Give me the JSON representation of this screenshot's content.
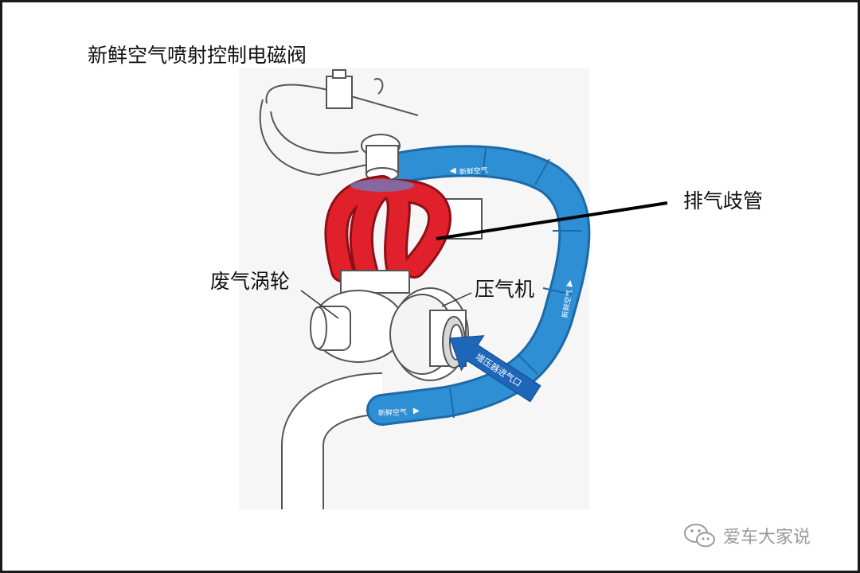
{
  "labels": {
    "valve": "新鲜空气喷射控制电磁阀",
    "manifold": "排气歧管",
    "turbine": "废气涡轮",
    "compressor": "压气机"
  },
  "pipe_labels": {
    "top": "新鲜空气",
    "right": "新鲜空气",
    "bottom": "新鲜空气",
    "inlet_arrow": "增压器进气口"
  },
  "watermark": {
    "text": "爱车大家说",
    "icon": "wechat-icon"
  },
  "colors": {
    "air_pipe": "#2e8fd4",
    "manifold": "#e0202a",
    "inlet_arrow": "#1e66b8",
    "line_art": "#555555"
  }
}
